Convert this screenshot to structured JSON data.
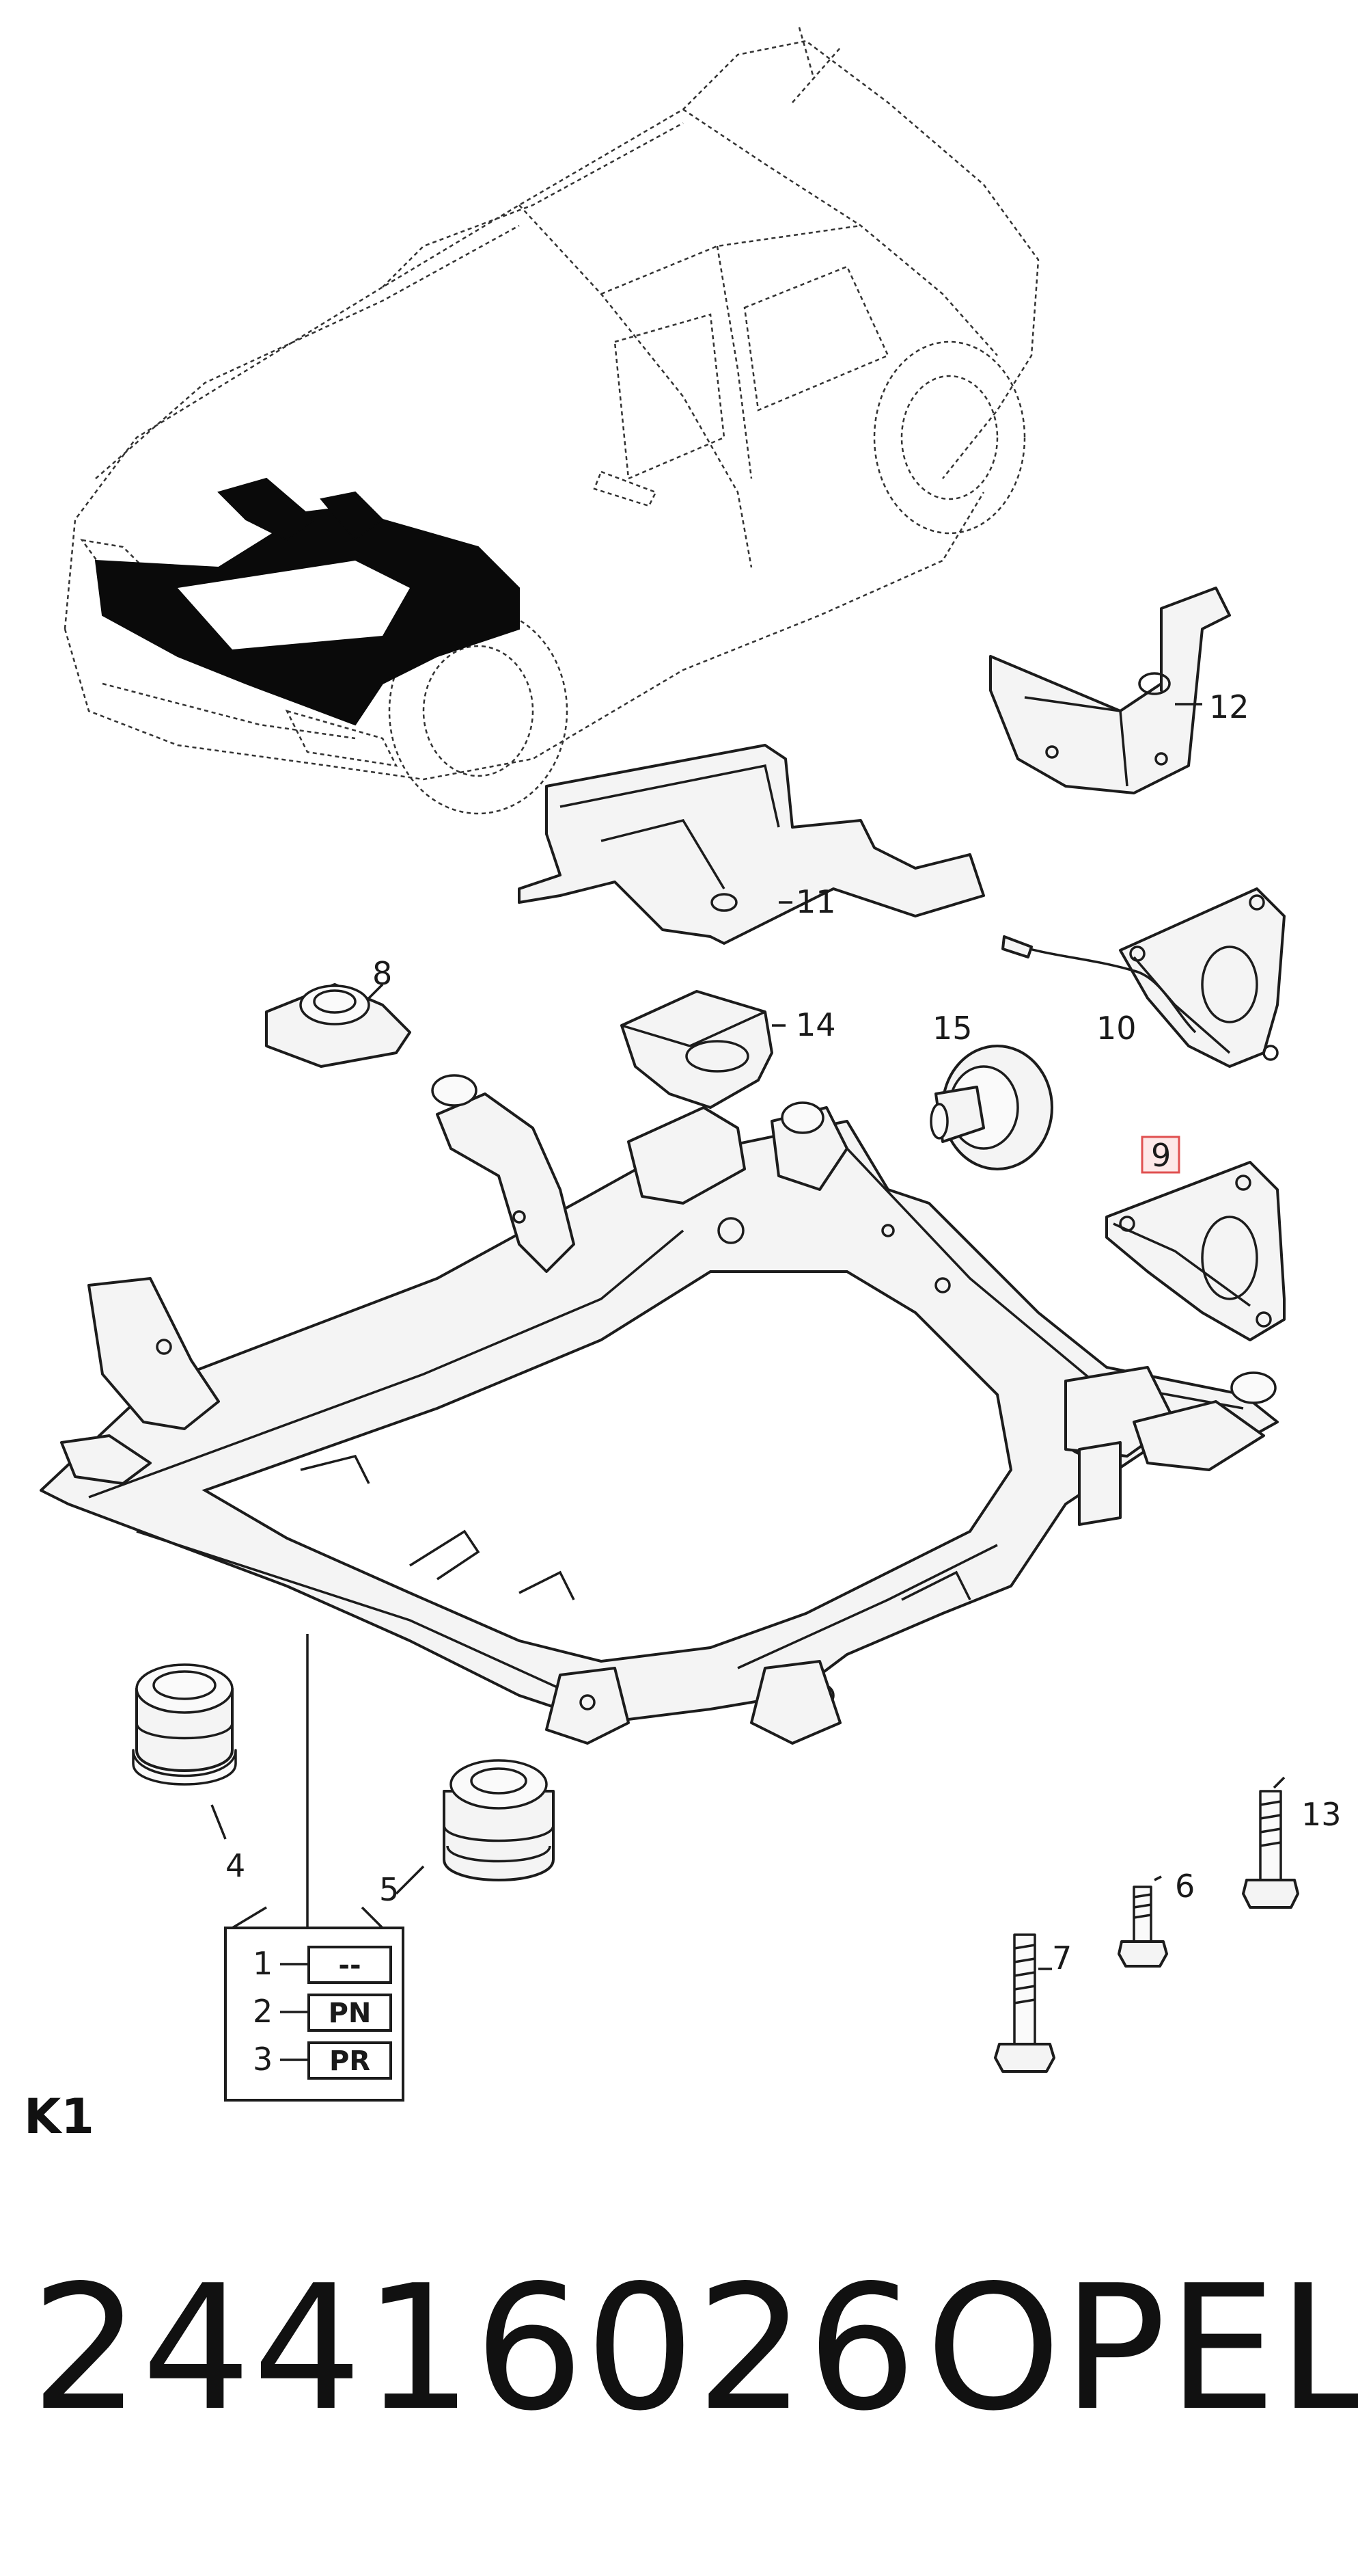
{
  "diagram": {
    "callouts": [
      "12",
      "11",
      "8",
      "14",
      "15",
      "10",
      "9",
      "4",
      "5",
      "13",
      "6",
      "7"
    ],
    "highlighted_callout": "9",
    "highlight_color": "#e05050",
    "variant_table": {
      "rows": [
        {
          "index": "1",
          "code": "--"
        },
        {
          "index": "2",
          "code": "PN"
        },
        {
          "index": "3",
          "code": "PR"
        }
      ]
    },
    "group_label": "K1"
  },
  "footer": {
    "part_number": "24416026",
    "brand": "OPEL"
  }
}
